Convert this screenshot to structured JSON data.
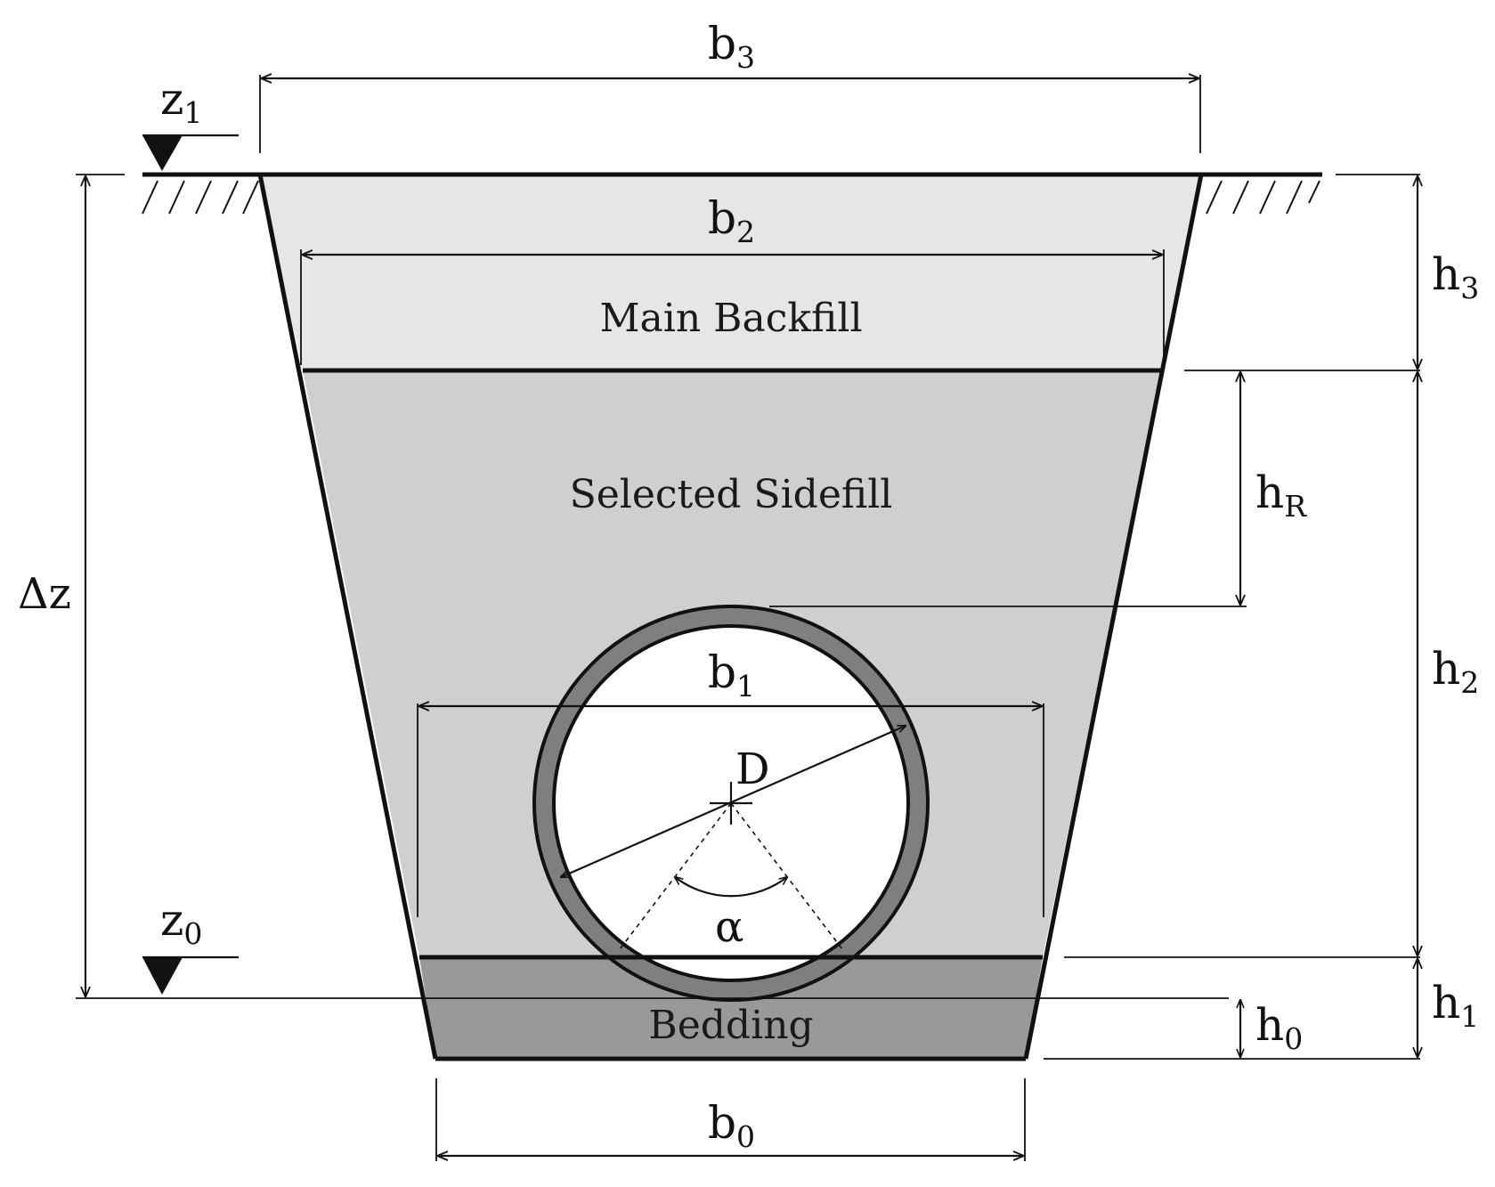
{
  "diagram": {
    "layers": {
      "main_backfill": "Main Backfill",
      "selected_sidefill": "Selected Sidefill",
      "bedding": "Bedding"
    },
    "labels": {
      "b3": {
        "base": "b",
        "sub": "3"
      },
      "b2": {
        "base": "b",
        "sub": "2"
      },
      "b1": {
        "base": "b",
        "sub": "1"
      },
      "b0": {
        "base": "b",
        "sub": "0"
      },
      "h3": {
        "base": "h",
        "sub": "3"
      },
      "h2": {
        "base": "h",
        "sub": "2"
      },
      "h1": {
        "base": "h",
        "sub": "1"
      },
      "h0": {
        "base": "h",
        "sub": "0"
      },
      "hR": {
        "base": "h",
        "sub": "R"
      },
      "z1": {
        "base": "z",
        "sub": "1"
      },
      "z0": {
        "base": "z",
        "sub": "0"
      },
      "dz": "Δz",
      "D": "D",
      "alpha": "α"
    },
    "colors": {
      "main_backfill": "#e6e6e6",
      "selected_sidefill": "#cfcfcf",
      "bedding": "#999999",
      "pipe_wall": "#7f7f7f",
      "pipe_inside": "#ffffff"
    }
  }
}
